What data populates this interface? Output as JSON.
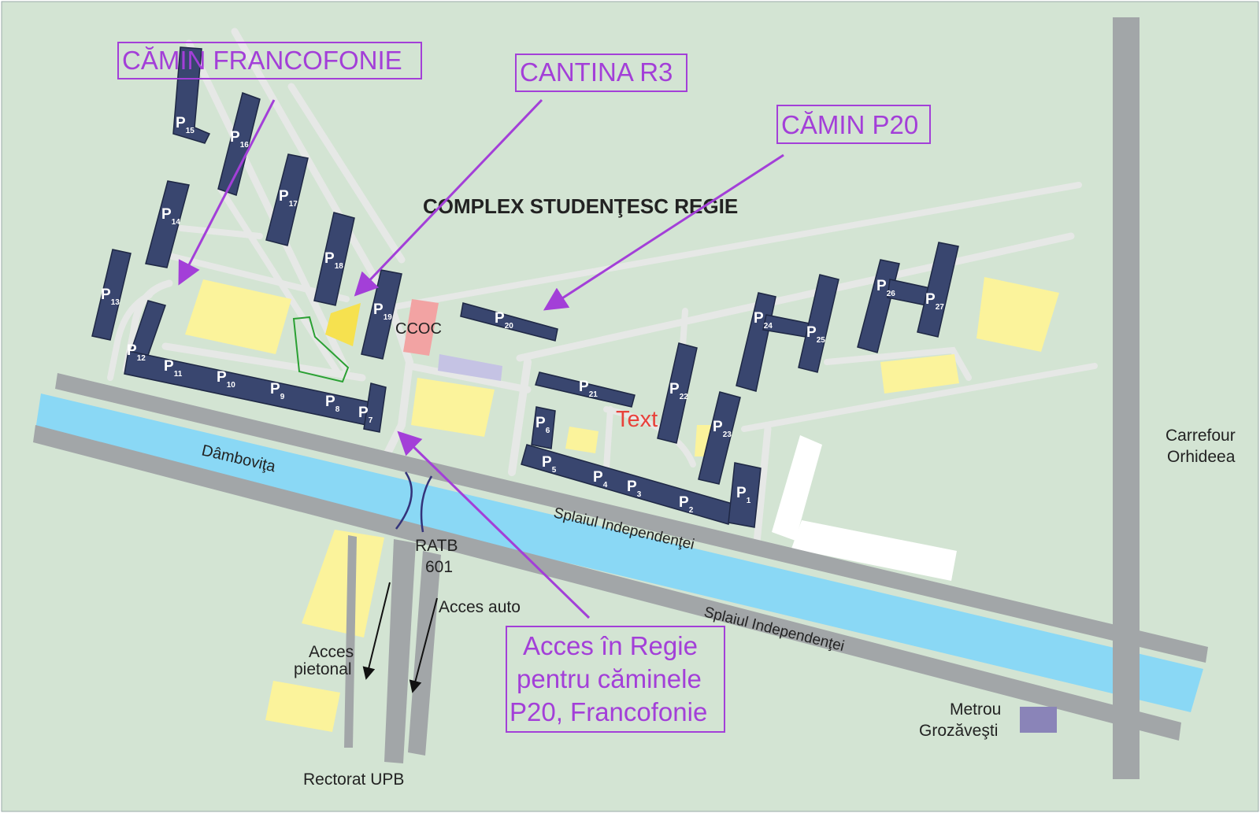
{
  "title": "COMPLEX STUDENŢESC REGIE",
  "callouts": {
    "francofonie": "CĂMIN FRANCOFONIE",
    "cantina": "CANTINA R3",
    "p20": "CĂMIN P20",
    "access_line1": "Acces în Regie",
    "access_line2": "pentru căminele",
    "access_line3": "P20, Francofonie"
  },
  "places": {
    "ccoc": "CCOC",
    "river": "Dâmboviţa",
    "road_upper": "Splaiul Independenţei",
    "road_lower": "Splaiul Independenţei",
    "ratb_line1": "RATB",
    "ratb_line2": "601",
    "acces_auto": "Acces auto",
    "acces_pietonal_line1": "Acces",
    "acces_pietonal_line2": "pietonal",
    "rectorat": "Rectorat UPB",
    "carrefour_line1": "Carrefour",
    "carrefour_line2": "Orhideea",
    "metrou_line1": "Metrou",
    "metrou_line2": "Grozăveşti",
    "placeholder_text": "Text"
  },
  "buildings": {
    "p1": "1",
    "p2": "2",
    "p3": "3",
    "p4": "4",
    "p5": "5",
    "p6": "6",
    "p7": "7",
    "p8": "8",
    "p9": "9",
    "p10": "10",
    "p11": "11",
    "p12": "12",
    "p13": "13",
    "p14": "14",
    "p15": "15",
    "p16": "16",
    "p17": "17",
    "p18": "18",
    "p19": "19",
    "p20": "20",
    "p21": "21",
    "p22": "22",
    "p23": "23",
    "p24": "24",
    "p25": "25",
    "p26": "26",
    "p27": "27",
    "prefix": "P"
  },
  "colors": {
    "background": "#d3e4d3",
    "building": "#39466f",
    "road": "#a2a6a8",
    "path": "#e6e8e6",
    "river": "#8ad8f5",
    "yellow_area": "#fbf39b",
    "callout": "#a33fd8",
    "canteen_pink": "#f2a3a3",
    "lavender": "#c5c3e4",
    "metro": "#8a84b8",
    "text_red": "#e8413a"
  }
}
